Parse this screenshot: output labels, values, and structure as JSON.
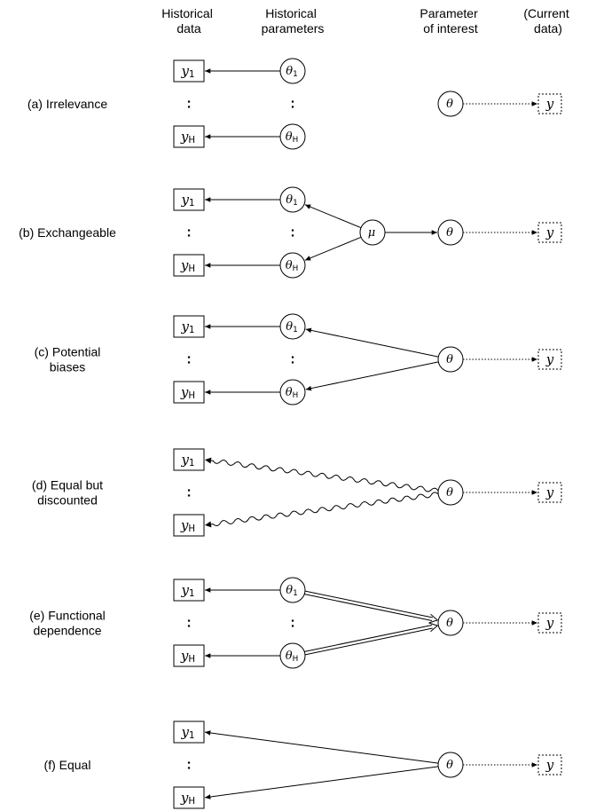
{
  "headers": {
    "historical_data": [
      "Historical",
      "data"
    ],
    "historical_parameters": [
      "Historical",
      "parameters"
    ],
    "parameter_of_interest": [
      "Parameter",
      "of interest"
    ],
    "current_data": [
      "(Current",
      "data)"
    ]
  },
  "symbols": {
    "y": "y",
    "theta": "θ",
    "mu": "μ",
    "sub_first": "1",
    "sub_last": "H",
    "ellipsis": ":"
  },
  "rows": [
    {
      "id": "a",
      "label": [
        "(a) Irrelevance"
      ],
      "type": "irrelevance"
    },
    {
      "id": "b",
      "label": [
        "(b) Exchangeable"
      ],
      "type": "exchangeable"
    },
    {
      "id": "c",
      "label": [
        "(c) Potential",
        "biases"
      ],
      "type": "potential_biases"
    },
    {
      "id": "d",
      "label": [
        "(d) Equal but",
        "discounted"
      ],
      "type": "equal_discounted"
    },
    {
      "id": "e",
      "label": [
        "(e) Functional",
        "dependence"
      ],
      "type": "functional"
    },
    {
      "id": "f",
      "label": [
        "(f) Equal"
      ],
      "type": "equal"
    }
  ]
}
